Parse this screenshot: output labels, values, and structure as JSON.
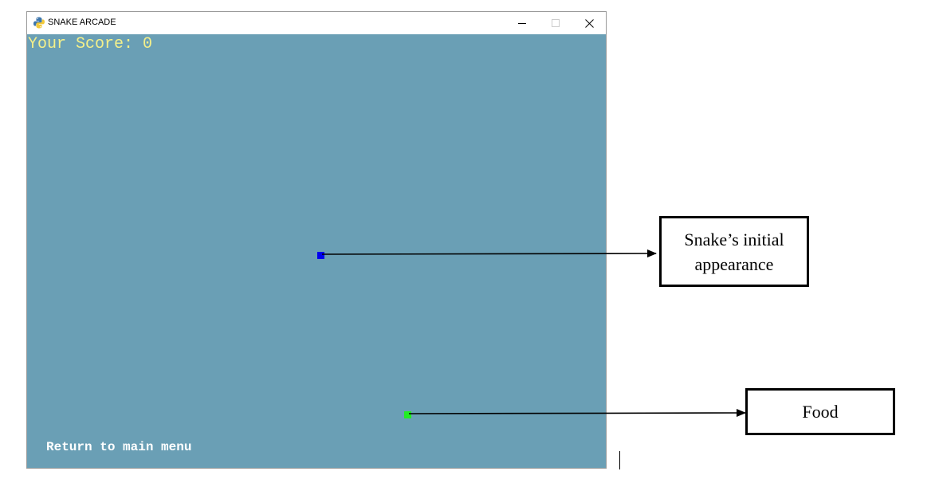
{
  "window": {
    "title": "SNAKE ARCADE",
    "icon": "python-icon",
    "controls": {
      "minimize": "−",
      "maximize": "□",
      "close": "✕"
    }
  },
  "game": {
    "score_text": "Your Score: 0",
    "menu_link": "Return to main menu",
    "background_color": "#6a9fb5",
    "score_color": "#f4f08a",
    "snake_color": "#0000ee",
    "food_color": "#22ee22"
  },
  "annotations": {
    "snake_label_line1": "Snake’s initial",
    "snake_label_line2": "appearance",
    "food_label": "Food"
  }
}
